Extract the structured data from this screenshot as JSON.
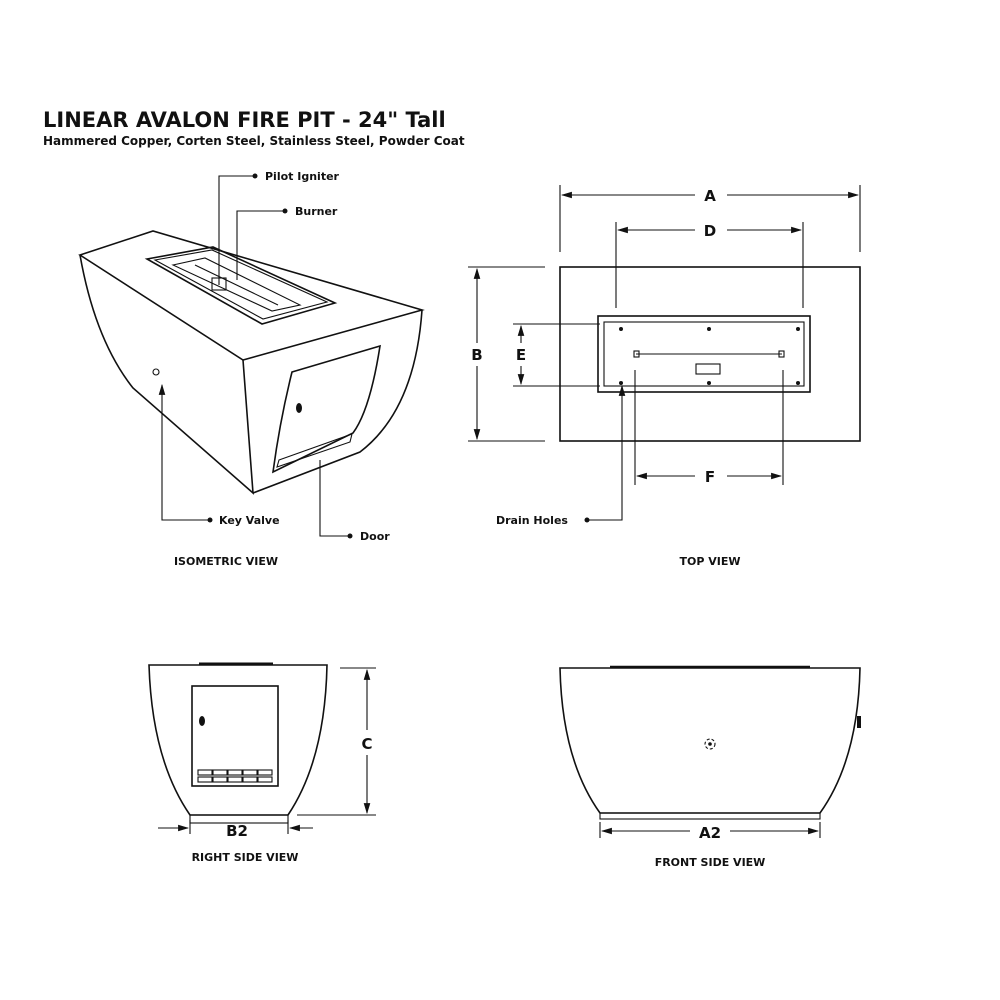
{
  "title": "LINEAR AVALON FIRE PIT - 24\" Tall",
  "subtitle": "Hammered Copper, Corten Steel, Stainless Steel, Powder Coat",
  "isometric": {
    "caption": "ISOMETRIC VIEW",
    "callouts": {
      "pilot_igniter": "Pilot Igniter",
      "burner": "Burner",
      "key_valve": "Key Valve",
      "door": "Door"
    }
  },
  "top_view": {
    "caption": "TOP VIEW",
    "dims": {
      "a": "A",
      "b": "B",
      "d": "D",
      "e": "E",
      "f": "F"
    },
    "callouts": {
      "drain_holes": "Drain Holes"
    }
  },
  "right_side_view": {
    "caption": "RIGHT SIDE VIEW",
    "dims": {
      "c": "C",
      "b2": "B2"
    }
  },
  "front_side_view": {
    "caption": "FRONT SIDE VIEW",
    "dims": {
      "a2": "A2"
    }
  }
}
